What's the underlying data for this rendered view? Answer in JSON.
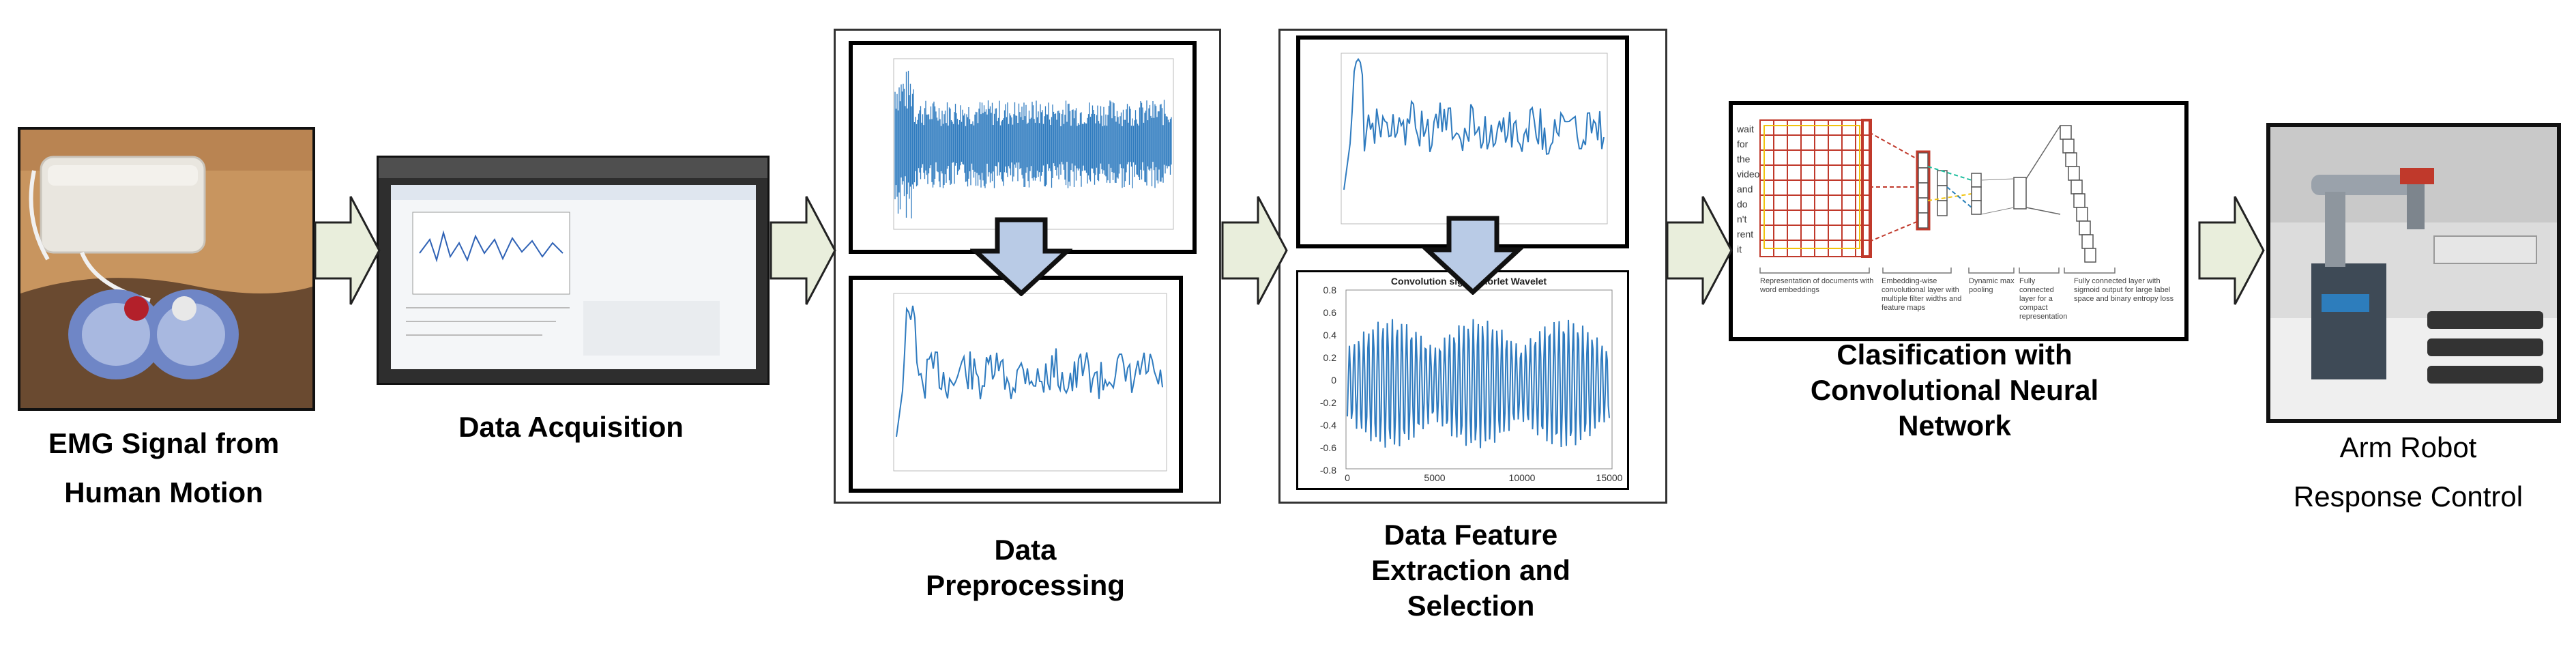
{
  "stages": [
    {
      "id": "emg",
      "lines": [
        "EMG Signal from",
        "Human Motion"
      ]
    },
    {
      "id": "acq",
      "lines": [
        "Data Acquisition"
      ]
    },
    {
      "id": "prep",
      "lines": [
        "Data",
        "Preprocessing"
      ]
    },
    {
      "id": "feat",
      "lines": [
        "Data Feature",
        "Extraction and",
        "Selection"
      ]
    },
    {
      "id": "cnn",
      "lines": [
        "Clasification with",
        "Convolutional Neural",
        "Network"
      ]
    },
    {
      "id": "arm",
      "lines": [
        "Arm Robot",
        "Response Control"
      ]
    }
  ],
  "wavelet_plot": {
    "title": "Convolution signal Morlet Wavelet",
    "y_ticks": [
      "0.8",
      "0.6",
      "0.4",
      "0.2",
      "0",
      "-0.2",
      "-0.4",
      "-0.6",
      "-0.8"
    ],
    "x_ticks": [
      "0",
      "5000",
      "10000",
      "15000"
    ]
  },
  "cnn_figure": {
    "side_text": [
      "wait",
      "for",
      "the",
      "video",
      "and",
      "do",
      "n't",
      "rent",
      "it"
    ],
    "captions": [
      "Representation of documents with word embeddings",
      "Embedding-wise convolutional layer with multiple filter widths and feature maps",
      "Dynamic max pooling",
      "Fully connected layer for a compact representation",
      "Fully connected layer with sigmoid output for large label space and binary entropy loss"
    ]
  },
  "colors": {
    "arrow_fill": "#e9eedc",
    "signal": "#2f7bbf",
    "down_arrow": "#b9cbe6"
  }
}
